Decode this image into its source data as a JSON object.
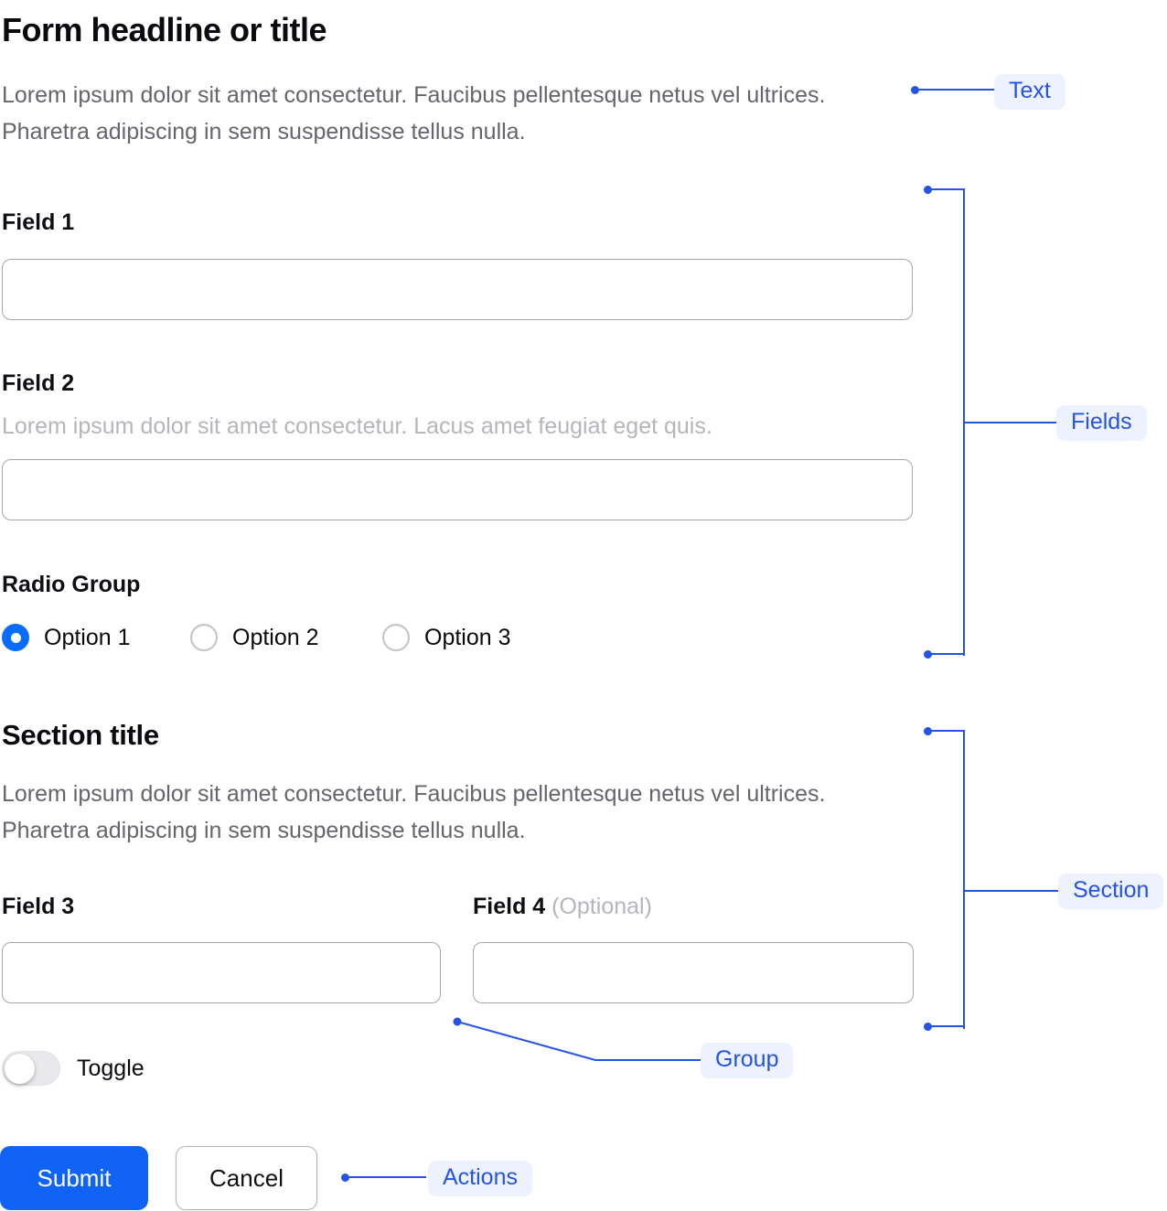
{
  "header": {
    "title": "Form headline or title",
    "intro": "Lorem ipsum dolor sit amet consectetur. Faucibus pellentesque netus vel ultrices. Pharetra adipiscing in sem suspendisse tellus nulla."
  },
  "fields": {
    "field1_label": "Field 1",
    "field2_label": "Field 2",
    "field2_description": "Lorem ipsum dolor sit amet consectetur. Lacus amet feugiat eget quis.",
    "radio_group_label": "Radio Group",
    "radio_options": [
      {
        "label": "Option 1",
        "selected": true
      },
      {
        "label": "Option 2",
        "selected": false
      },
      {
        "label": "Option 3",
        "selected": false
      }
    ]
  },
  "section": {
    "title": "Section title",
    "description": "Lorem ipsum dolor sit amet consectetur. Faucibus pellentesque netus vel ultrices. Pharetra adipiscing in sem suspendisse tellus nulla.",
    "field3_label": "Field 3",
    "field4_label": "Field 4",
    "field4_optional": "(Optional)",
    "toggle_label": "Toggle",
    "toggle_on": false
  },
  "actions": {
    "submit_label": "Submit",
    "cancel_label": "Cancel"
  },
  "annotations": {
    "text": "Text",
    "fields": "Fields",
    "section": "Section",
    "group": "Group",
    "actions": "Actions"
  },
  "colors": {
    "annotation_blue": "#2453e6",
    "annotation_label_bg": "#edf2fe",
    "primary_button_blue": "#1163f6",
    "radio_selected_blue": "#0a6cfb",
    "body_text_gray": "#65656b",
    "muted_text_gray": "#b5b5bb"
  }
}
